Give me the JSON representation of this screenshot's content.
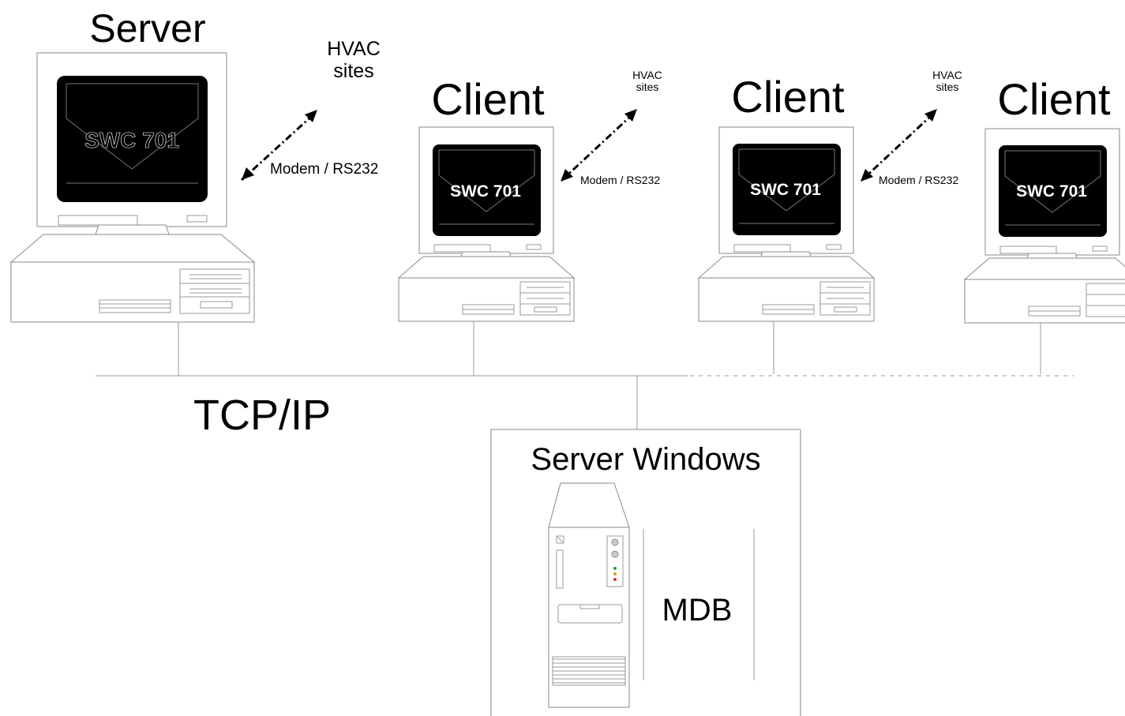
{
  "server": {
    "title": "Server",
    "screen_label": "SWC 701",
    "hvac_label": [
      "HVAC",
      "sites"
    ],
    "link_label": "Modem / RS232"
  },
  "clients": [
    {
      "title": "Client",
      "screen_label": "SWC 701",
      "hvac_label": [
        "HVAC",
        "sites"
      ],
      "link_label": "Modem / RS232"
    },
    {
      "title": "Client",
      "screen_label": "SWC 701",
      "hvac_label": [
        "HVAC",
        "sites"
      ],
      "link_label": "Modem / RS232"
    },
    {
      "title": "Client",
      "screen_label": "SWC 701"
    }
  ],
  "network": {
    "label": "TCP/IP"
  },
  "windows_server": {
    "title": "Server Windows",
    "db_label": "MDB"
  },
  "colors": {
    "screen": "#000000",
    "outline": "#8a8a8a",
    "arrow": "#000000",
    "led_green": "#2e9b3a",
    "led_orange": "#e59a1c",
    "led_red": "#d93a2a"
  }
}
